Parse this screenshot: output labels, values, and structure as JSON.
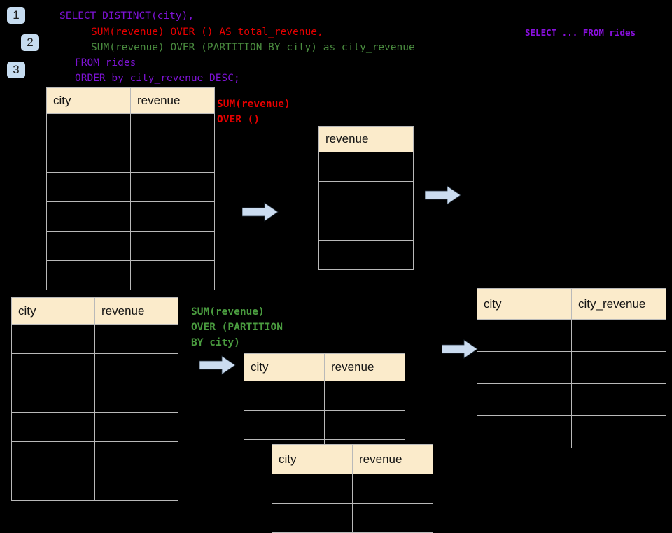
{
  "steps": [
    {
      "label": "1"
    },
    {
      "label": "2"
    },
    {
      "label": "3"
    }
  ],
  "sql": {
    "line1": "SELECT DISTINCT(city),",
    "line2": "SUM(revenue) OVER () AS total_revenue,",
    "line3": "SUM(revenue) OVER (PARTITION BY city) as city_revenue",
    "line4": "FROM rides",
    "line5": "ORDER by city_revenue DESC;",
    "note_right": "SELECT ... FROM rides",
    "colors": {
      "keyword_purple": "#7d13d4",
      "total_red": "#e60000",
      "partition_green": "#4a8c3f",
      "note_purple": "#8a10e0"
    }
  },
  "annotations": {
    "total_revenue": "SUM(revenue)\nOVER ()",
    "partition_by_city": "SUM(revenue)\nOVER (PARTITION\nBY city)"
  },
  "tables": {
    "source_1": {
      "headers": [
        "city",
        "revenue"
      ],
      "row_count": 6,
      "rows": [
        [
          "",
          ""
        ],
        [
          "",
          ""
        ],
        [
          "",
          ""
        ],
        [
          "",
          ""
        ],
        [
          "",
          ""
        ],
        [
          "",
          ""
        ]
      ]
    },
    "total_revenue": {
      "headers": [
        "revenue"
      ],
      "row_count": 4,
      "rows": [
        [
          ""
        ],
        [
          ""
        ],
        [
          ""
        ],
        [
          ""
        ]
      ]
    },
    "source_2": {
      "headers": [
        "city",
        "revenue"
      ],
      "row_count": 6,
      "rows": [
        [
          "",
          ""
        ],
        [
          "",
          ""
        ],
        [
          "",
          ""
        ],
        [
          "",
          ""
        ],
        [
          "",
          ""
        ],
        [
          "",
          ""
        ]
      ]
    },
    "partition_a": {
      "headers": [
        "city",
        "revenue"
      ],
      "row_count": 3,
      "rows": [
        [
          "",
          ""
        ],
        [
          "",
          ""
        ],
        [
          "",
          ""
        ]
      ]
    },
    "partition_b": {
      "headers": [
        "city",
        "revenue"
      ],
      "row_count": 2,
      "rows": [
        [
          "",
          ""
        ],
        [
          "",
          ""
        ]
      ]
    },
    "result": {
      "headers": [
        "city",
        "city_revenue"
      ],
      "row_count": 4,
      "rows": [
        [
          "",
          ""
        ],
        [
          "",
          ""
        ],
        [
          "",
          ""
        ],
        [
          "",
          ""
        ]
      ]
    }
  },
  "theme": {
    "background": "#000000",
    "header_fill": "#fbebcb",
    "grid_line": "#b9b9b9",
    "badge_fill": "#c6dcf0",
    "arrow_fill": "#cbdcf0",
    "arrow_edge": "#2a3744"
  }
}
